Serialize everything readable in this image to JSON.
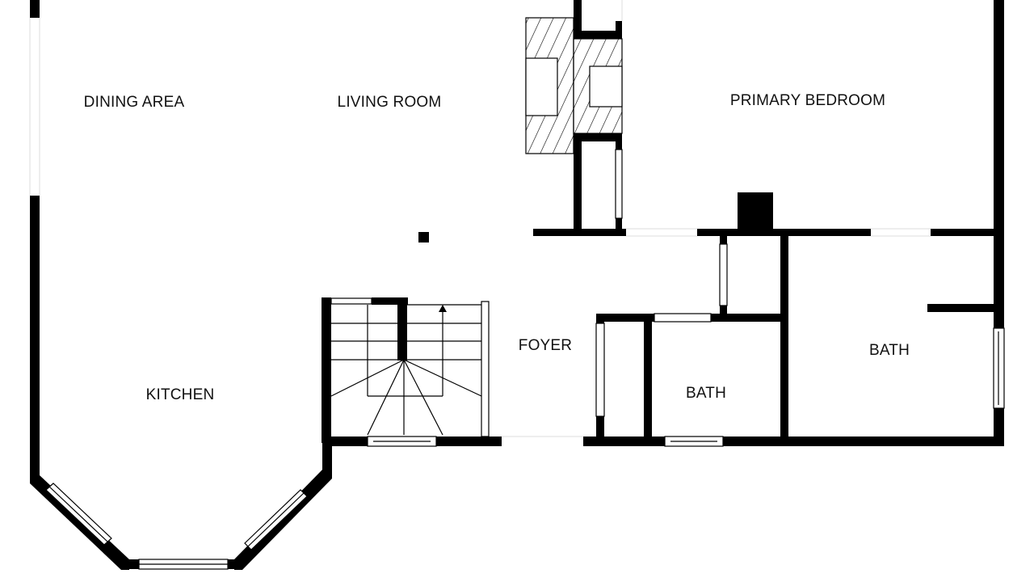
{
  "plan": {
    "rooms": {
      "dining": "DINING AREA",
      "living": "LIVING ROOM",
      "primary_bedroom": "PRIMARY BEDROOM",
      "foyer": "FOYER",
      "kitchen": "KITCHEN",
      "bath_1": "BATH",
      "bath_2": "BATH"
    },
    "colors": {
      "wall": "#000000",
      "background": "#ffffff"
    }
  }
}
